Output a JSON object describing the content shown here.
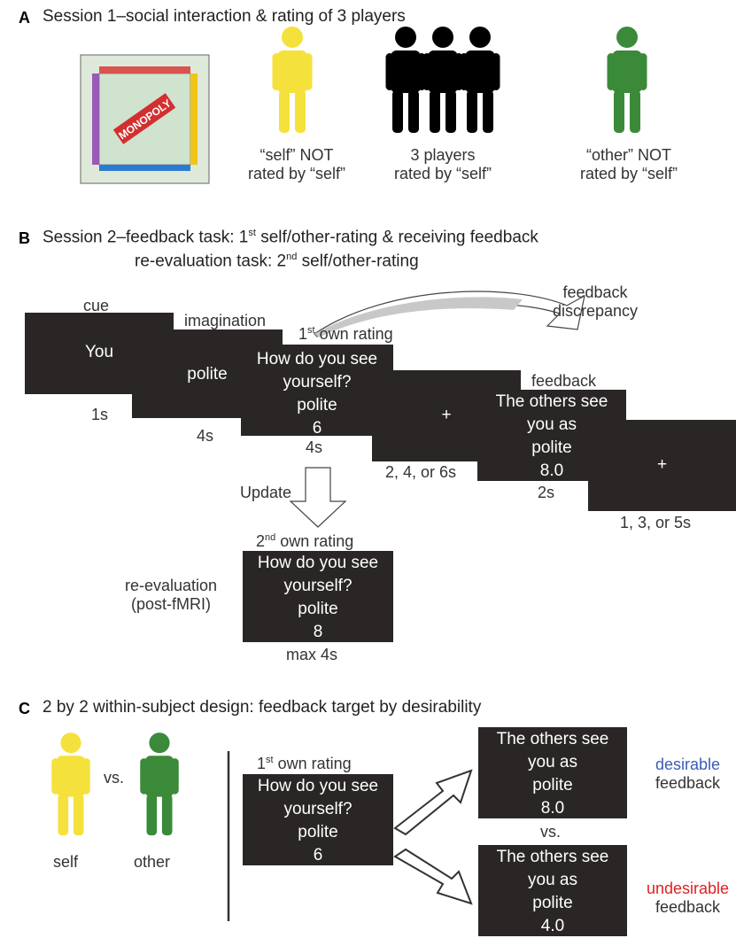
{
  "panel_a": {
    "letter": "A",
    "title": "Session 1–social interaction & rating of 3 players",
    "board_text": "MONOPOLY",
    "self_caption": [
      "“self” NOT",
      "rated by “self”"
    ],
    "players_caption": [
      "3 players",
      "rated by “self”"
    ],
    "other_caption": [
      "“other” NOT",
      "rated by “self”"
    ],
    "colors": {
      "self": "#f5e13b",
      "players": "#000000",
      "other": "#3a8a3a"
    }
  },
  "panel_b": {
    "letter": "B",
    "title_line1_pre": "Session 2–feedback task: 1",
    "title_line1_sup": "st",
    "title_line1_post": " self/other-rating & receiving feedback",
    "title_line2_pre": "re-evaluation task: 2",
    "title_line2_sup": "nd",
    "title_line2_post": " self/other-rating",
    "cue_label": "cue",
    "cue_text": "You",
    "cue_time": "1s",
    "imagination_label": "imagination",
    "imagination_text": "polite",
    "imagination_time": "4s",
    "rating1_label_pre": "1",
    "rating1_label_sup": "st",
    "rating1_label_post": " own rating",
    "rating1_text": [
      "How do you see",
      "yourself?",
      "polite",
      "6"
    ],
    "rating1_time": "4s",
    "fix1_text": "+",
    "fix1_time": "2, 4, or 6s",
    "feedback_label": "feedback",
    "feedback_text": [
      "The others see",
      "you as",
      "polite",
      "8.0"
    ],
    "feedback_time": "2s",
    "fix2_text": "+",
    "fix2_time": "1, 3, or 5s",
    "discrepancy_label": [
      "feedback",
      "discrepancy"
    ],
    "update_label": "Update",
    "rating2_label_pre": "2",
    "rating2_label_sup": "nd",
    "rating2_label_post": " own rating",
    "rating2_text": [
      "How do you see",
      "yourself?",
      "polite",
      "8"
    ],
    "rating2_time": "max 4s",
    "reeval_label": [
      "re-evaluation",
      "(post-fMRI)"
    ]
  },
  "panel_c": {
    "letter": "C",
    "title": "2 by 2 within-subject design: feedback target by desirability",
    "self_label": "self",
    "vs_label": "vs.",
    "other_label": "other",
    "rating_label_pre": "1",
    "rating_label_sup": "st",
    "rating_label_post": " own rating",
    "rating_text": [
      "How do you see",
      "yourself?",
      "polite",
      "6"
    ],
    "fb_top_text": [
      "The others see",
      "you as",
      "polite",
      "8.0"
    ],
    "fb_vs": "vs.",
    "fb_bottom_text": [
      "The others see",
      "you as",
      "polite",
      "4.0"
    ],
    "desirable": [
      "desirable",
      "feedback"
    ],
    "undesirable": [
      "undesirable",
      "feedback"
    ],
    "colors": {
      "desirable": "#3a5db5",
      "undesirable": "#e02020"
    }
  }
}
